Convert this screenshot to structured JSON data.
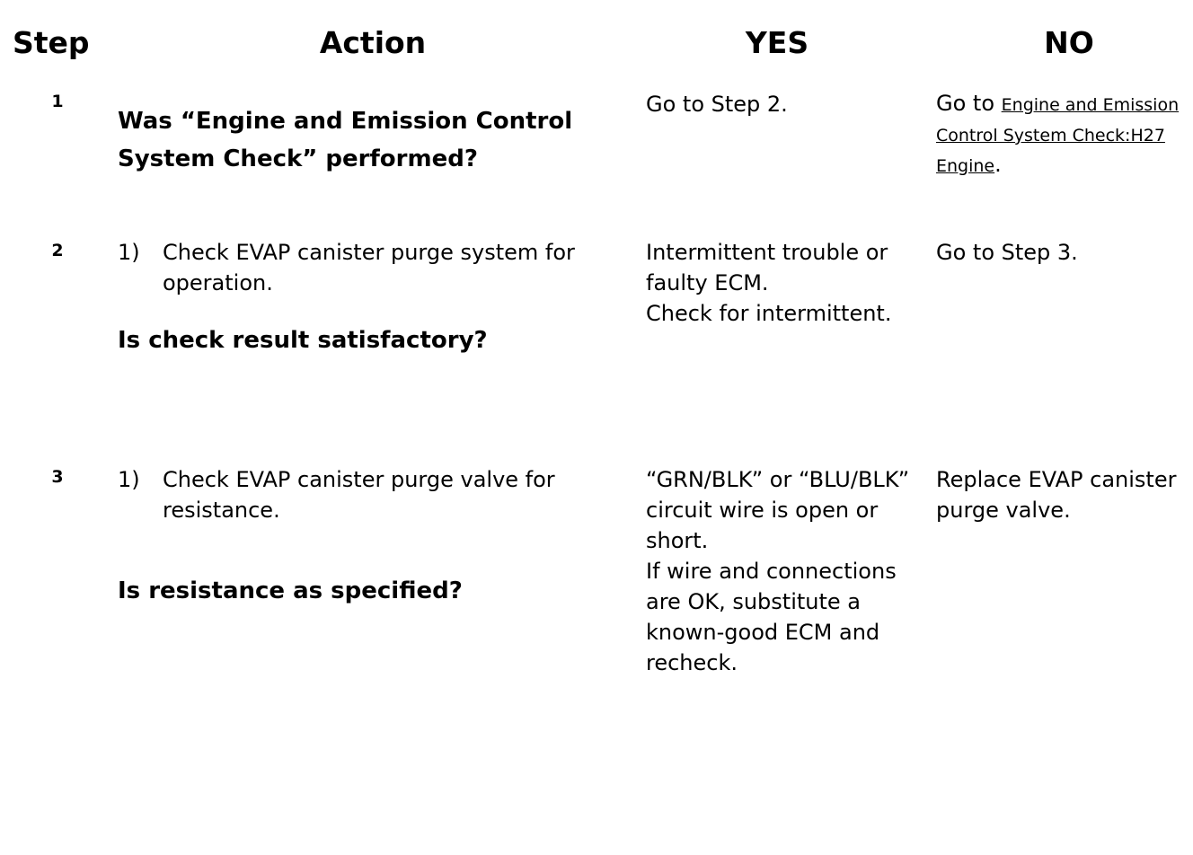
{
  "table": {
    "headers": {
      "step": "Step",
      "action": "Action",
      "yes": "YES",
      "no": "NO"
    },
    "rows": [
      {
        "step": "1",
        "action": {
          "question": "Was “Engine and Emission Control System Check” performed?"
        },
        "yes": {
          "text": "Go to Step 2."
        },
        "no": {
          "lead": "Go to ",
          "reference": "Engine and Emission Control System Check:H27 Engine",
          "trailing": "."
        }
      },
      {
        "step": "2",
        "action": {
          "marker": "1)",
          "item": "Check EVAP canister purge system for operation.",
          "question": "Is check result satisfactory?"
        },
        "yes": {
          "text": "Intermittent trouble or faulty ECM.\nCheck for intermittent."
        },
        "no": {
          "text": "Go to Step 3."
        }
      },
      {
        "step": "3",
        "action": {
          "marker": "1)",
          "item": "Check EVAP canister purge valve for resistance.",
          "question": "Is resistance as specified?"
        },
        "yes": {
          "text": "“GRN/BLK” or “BLU/BLK” circuit wire is open or short.\nIf wire and connections are OK, substitute a known-good ECM and recheck."
        },
        "no": {
          "text": "Replace EVAP canister purge valve."
        }
      }
    ]
  },
  "colors": {
    "text": "#000000",
    "background": "#ffffff"
  }
}
